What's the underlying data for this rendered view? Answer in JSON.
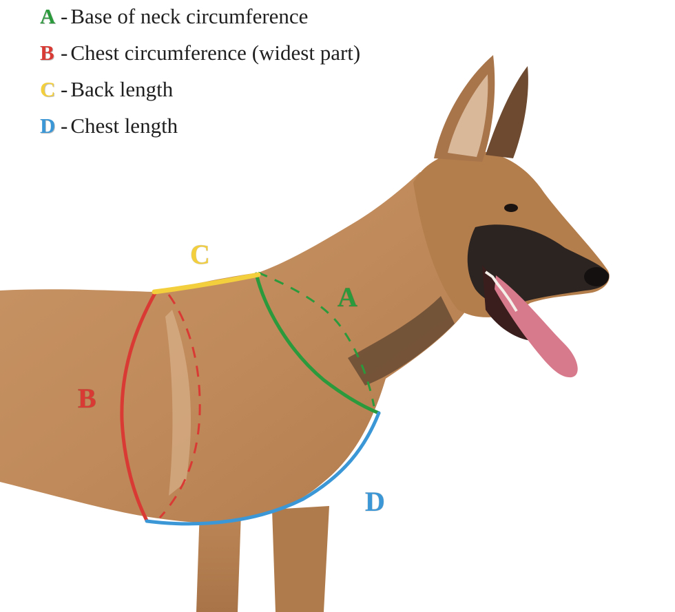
{
  "legend": [
    {
      "letter": "A",
      "dash": "-",
      "text": "Base of neck circumference",
      "color": "#2a9a3c"
    },
    {
      "letter": "B",
      "dash": "-",
      "text": "Chest circumference (widest part)",
      "color": "#d93a34"
    },
    {
      "letter": "C",
      "dash": "-",
      "text": "Back length",
      "color": "#f3cf3d"
    },
    {
      "letter": "D",
      "dash": "-",
      "text": "Chest length",
      "color": "#3c97d6"
    }
  ],
  "markers": {
    "a": "A",
    "b": "B",
    "c": "C",
    "d": "D"
  },
  "colors": {
    "neck": "#2a9a3c",
    "chest": "#d93a34",
    "back": "#f3cf3d",
    "chest_length": "#3c97d6",
    "fur": "#c48e5e",
    "fur_dark": "#9c6a40",
    "mask": "#2b2420",
    "tongue": "#d77a8c"
  }
}
